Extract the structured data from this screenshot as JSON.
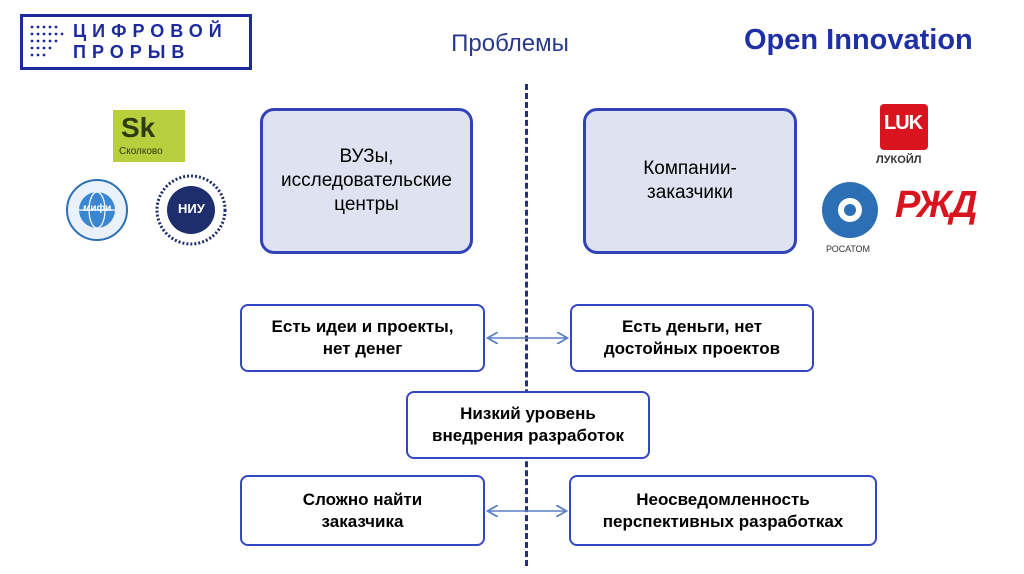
{
  "brand": {
    "line1": "ЦИФРОВОЙ",
    "line2": "ПРОРЫВ"
  },
  "title": "Проблемы",
  "headline": "Open Innovation",
  "left_top_box": "ВУЗы,\nисследовательские\nцентры",
  "right_top_box": "Компании-\nзаказчики",
  "row1_left": "Есть идеи и проекты,\nнет денег",
  "row1_right": "Есть деньги, нет\nдостойных проектов",
  "center_box": "Низкий уровень\nвнедрения разработок",
  "row3_left": "Сложно найти\nзаказчика",
  "row3_right": "Неосведомленность\nперспективных разработках",
  "logos": {
    "skolkovo_mark": "Sk",
    "skolkovo_name": "Сколково",
    "mephi": "мифи",
    "hse": "НИУ",
    "lukoil_mark": "LUK",
    "lukoil_name": "ЛУКОЙЛ",
    "rosatom": "РОСАТОМ",
    "rzd": "РЖД"
  },
  "colors": {
    "accent": "#1f2fa6",
    "box_border": "#3348c0",
    "big_box_fill": "#dfe3f1",
    "skolkovo": "#b7cf3c",
    "lukoil": "#d9141e",
    "rzd": "#d9141e",
    "rosatom": "#2c6fb5"
  }
}
